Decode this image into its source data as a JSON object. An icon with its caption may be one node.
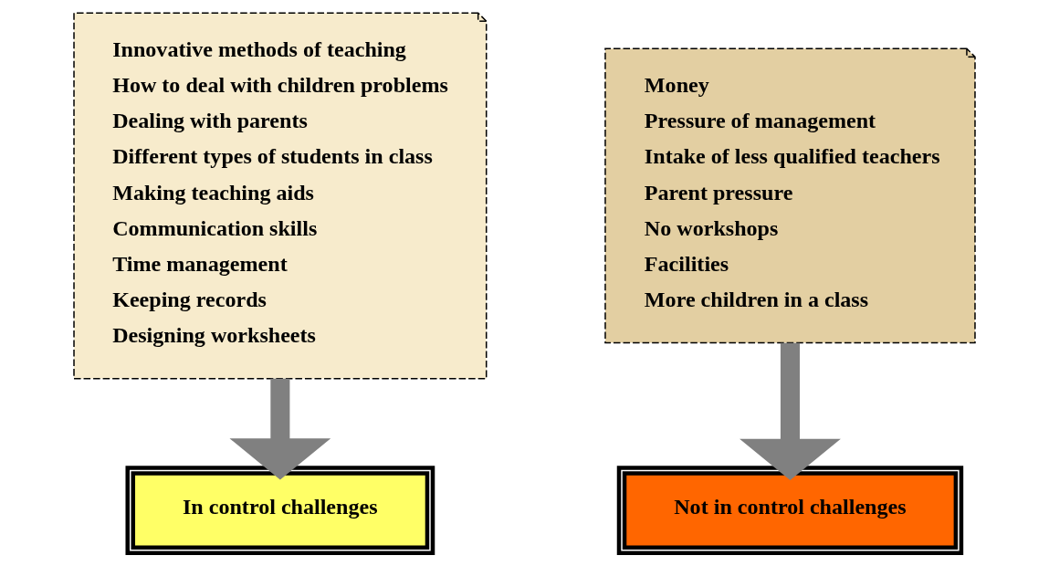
{
  "diagram": {
    "nodes": [
      {
        "text": [
          "Innovative methods of teaching",
          "How to deal with children problems",
          "Dealing with parents",
          "Different types of students in class",
          "Making teaching aids",
          "Communication skills",
          "Time management",
          "Keeping records",
          "Designing worksheets"
        ]
      },
      {
        "text": [
          "Money",
          "Pressure of management",
          "Intake of less qualified teachers",
          "Parent pressure",
          "No workshops",
          "Facilities",
          "More children in a class"
        ]
      },
      {
        "text": [
          "In control challenges"
        ]
      },
      {
        "text": [
          "Not in control challenges"
        ]
      }
    ],
    "edges": [
      {
        "from": 0,
        "to": 2,
        "arrow": "to"
      },
      {
        "from": 1,
        "to": 3,
        "arrow": "to"
      }
    ]
  }
}
